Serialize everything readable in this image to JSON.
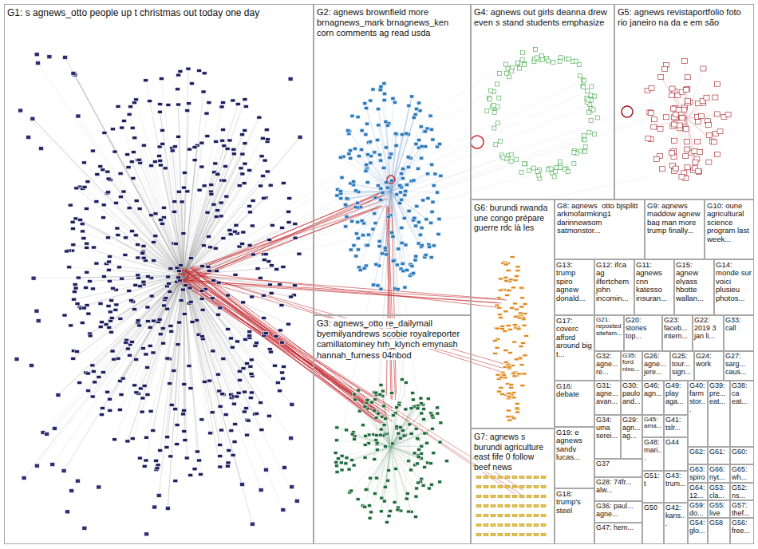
{
  "diagram": {
    "nodes": [
      {
        "text": [
          "G1: s agnews_otto people up t christmas out today one day"
        ]
      },
      {
        "text": [
          "G2: agnews brownfield more brnagnews_mark brnagnews_ken corn comments ag read usda"
        ]
      },
      {
        "text": [
          "G4: agnews out girls deanna drew even s stand students emphasize"
        ]
      },
      {
        "text": [
          "G5: agnews revistaportfolio foto rio janeiro na da e em são"
        ]
      },
      {
        "text": [
          "G6: burundi rwanda une congo prépare guerre rdc là les"
        ]
      },
      {
        "text": [
          "G8: agnews_otto bjsplitt arkmofarmking1 darinnewsom satmonstor..."
        ]
      },
      {
        "text": [
          "G9: agnews maddow agnew bag man more trump finally..."
        ]
      },
      {
        "text": [
          "G10: oune agricultural science program last week..."
        ]
      },
      {
        "text": [
          "G13: trump spiro agnew donald..."
        ]
      },
      {
        "text": [
          "G12: ifca ag ilfertchem john incomin..."
        ]
      },
      {
        "text": [
          "G11: agnews cnn katesso insuran..."
        ]
      },
      {
        "text": [
          "G15: agnew elyass hbotte wallan..."
        ]
      },
      {
        "text": [
          "G14: monde sur voici plusieu photos..."
        ]
      },
      {
        "text": [
          "G17: coverc afford around big t..."
        ]
      },
      {
        "text": [
          "G21: reposted sitefam..."
        ]
      },
      {
        "text": [
          "G20: stories top..."
        ]
      },
      {
        "text": [
          "G23: faceb... intern..."
        ]
      },
      {
        "text": [
          "G22: 2019 3 jan li..."
        ]
      },
      {
        "text": [
          "G33: call"
        ]
      },
      {
        "text": [
          "G32: agne... re..."
        ]
      },
      {
        "text": [
          "G35: ford nixo..."
        ]
      },
      {
        "text": [
          "G26: agne... jere..."
        ]
      },
      {
        "text": [
          "G25: tour... sign..."
        ]
      },
      {
        "text": [
          "G24: work"
        ]
      },
      {
        "text": [
          "G27: sarg... caus..."
        ]
      },
      {
        "text": [
          "G3: agnews_otto re_dailymail byemilyandrews scobie royalreporter camillatominey hrh_klynch emynash hannah_furness 04nbod"
        ]
      },
      {
        "text": [
          "G16: debate"
        ]
      },
      {
        "text": [
          "G31: agne... avan..."
        ]
      },
      {
        "text": [
          "G30: paulo and..."
        ]
      },
      {
        "text": [
          "G46: agn..."
        ]
      },
      {
        "text": [
          "G49: play aga..."
        ]
      },
      {
        "text": [
          "G40: farm stor..."
        ]
      },
      {
        "text": [
          "G39: pre... eat..."
        ]
      },
      {
        "text": [
          "G38: ca eat..."
        ]
      },
      {
        "text": [
          "G45: ama..."
        ]
      },
      {
        "text": [
          "G41: tslr..."
        ]
      },
      {
        "text": [
          "G34: uma serei..."
        ]
      },
      {
        "text": [
          "G29: agn... ag..."
        ]
      },
      {
        "text": [
          "G48: mari..."
        ]
      },
      {
        "text": [
          "G44"
        ]
      },
      {
        "text": [
          "G62:"
        ]
      },
      {
        "text": [
          "G61:"
        ]
      },
      {
        "text": [
          "G60:"
        ]
      },
      {
        "text": [
          "G7: agnews s burundi agriculture east fife 0 follow beef news"
        ]
      },
      {
        "text": [
          "G19: e agnews sandy lucas..."
        ]
      },
      {
        "text": [
          "G37"
        ]
      },
      {
        "text": [
          "G63: spiro"
        ]
      },
      {
        "text": [
          "G66: nyt..."
        ]
      },
      {
        "text": [
          "G65: wh..."
        ]
      },
      {
        "text": [
          "G28: 74fr... alw..."
        ]
      },
      {
        "text": [
          "G51: t"
        ]
      },
      {
        "text": [
          "G43: trum..."
        ]
      },
      {
        "text": [
          "G64: 12..."
        ]
      },
      {
        "text": [
          "G53: cla..."
        ]
      },
      {
        "text": [
          "G52: ns..."
        ]
      },
      {
        "text": [
          "G18: trump's steel"
        ]
      },
      {
        "text": [
          "G36: paul... agne..."
        ]
      },
      {
        "text": [
          "G59: do..."
        ]
      },
      {
        "text": [
          "G55: live"
        ]
      },
      {
        "text": [
          "G57: thef..."
        ]
      },
      {
        "text": [
          "G47: hem..."
        ]
      },
      {
        "text": [
          "G50"
        ]
      },
      {
        "text": [
          "G42: kans..."
        ]
      },
      {
        "text": [
          "G54: glo..."
        ]
      },
      {
        "text": [
          "G58"
        ]
      },
      {
        "text": [
          "G56: free..."
        ]
      }
    ]
  }
}
